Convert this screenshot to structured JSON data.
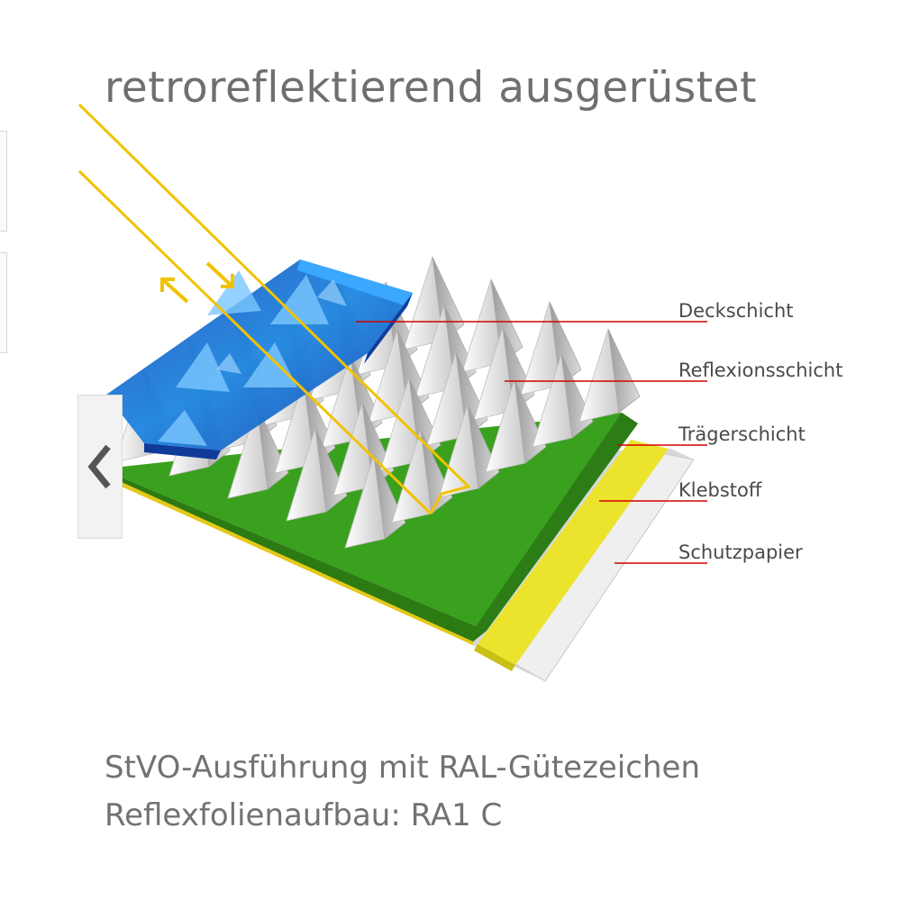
{
  "title": "retroreflektierend ausgerüstet",
  "layers": [
    {
      "label": "Deckschicht"
    },
    {
      "label": "Reflexionsschicht"
    },
    {
      "label": "Trägerschicht"
    },
    {
      "label": "Klebstoff"
    },
    {
      "label": "Schutzpapier"
    }
  ],
  "caption": {
    "line1": "StVO-Ausführung mit RAL-Gütezeichen",
    "line2": "Reflexfolienaufbau: RA1 C"
  },
  "colors": {
    "leader_line": "#d40000",
    "light_ray": "#f2c200",
    "cover_layer": "#1a63c9",
    "carrier_layer": "#3a9a1c",
    "adhesive_layer": "#ece42c",
    "protective_paper": "#e4e4e4"
  },
  "icons": {
    "prev": "chevron-left-icon"
  }
}
